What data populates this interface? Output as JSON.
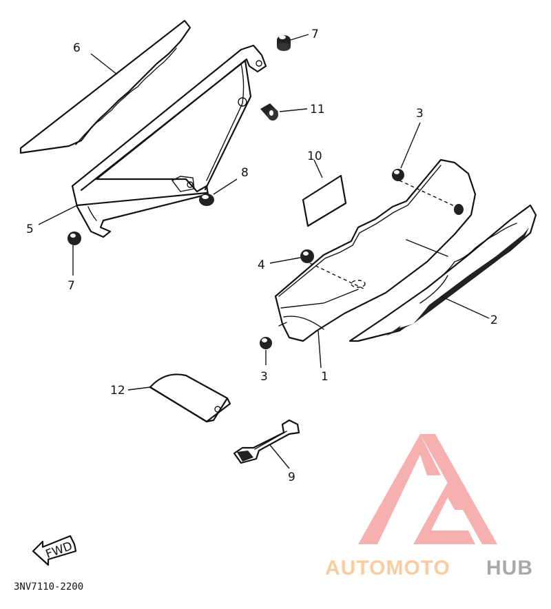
{
  "parts": [
    {
      "id": "1",
      "label": "1"
    },
    {
      "id": "2",
      "label": "2"
    },
    {
      "id": "3a",
      "label": "3"
    },
    {
      "id": "3b",
      "label": "3"
    },
    {
      "id": "4",
      "label": "4"
    },
    {
      "id": "5",
      "label": "5"
    },
    {
      "id": "6",
      "label": "6"
    },
    {
      "id": "7a",
      "label": "7"
    },
    {
      "id": "7b",
      "label": "7"
    },
    {
      "id": "8",
      "label": "8"
    },
    {
      "id": "9",
      "label": "9"
    },
    {
      "id": "10",
      "label": "10"
    },
    {
      "id": "11",
      "label": "11"
    },
    {
      "id": "12",
      "label": "12"
    }
  ],
  "direction_label": "FWD",
  "diagram_code": "3NV7110-2200",
  "watermark": {
    "text_part1": "AUTOMOTO",
    "text_part2": "HUB",
    "colors": {
      "light": "#f9c28c",
      "pink": "#f5a3a3",
      "gray": "#9a9a9a"
    }
  }
}
